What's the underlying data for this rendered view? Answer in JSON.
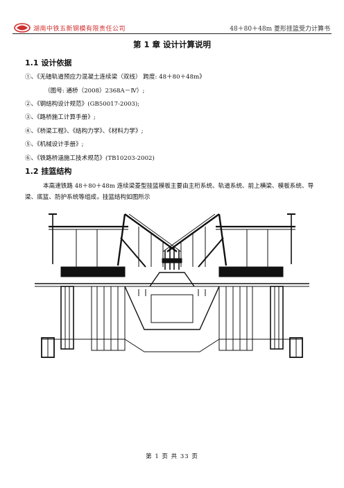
{
  "header": {
    "company": "湖南中铁五新钢模有限责任公司",
    "doc_title": "48＋80＋48m 菱形挂篮受力计算书"
  },
  "chapter_title": "第 1 章  设计计算说明",
  "section_1": {
    "heading": "1.1  设计依据",
    "items": [
      "①、《无碴轨道预应力混凝土连续梁（双线） 跨度: 48＋80＋48m》",
      "（图号: 通桥（2008）2368A－Ⅳ）;",
      "②、《钢结构设计规范》(GB50017-2003);",
      "③、《路桥施工计算手册》;",
      "④、《桥梁工程》、《结构力学》、《材料力学》;",
      "⑤、《机械设计手册》;",
      "⑥、《铁路桥涵施工技术规范》(TB10203-2002)"
    ]
  },
  "section_2": {
    "heading": "1.2  挂篮结构",
    "paragraph": "本高速铁路 48＋80＋48m 连续梁菱型挂篮模板主要由主桁系统、轨道系统、前上横梁、模板系统、导梁、底篮、防护系统等组成，挂篮结构如图所示"
  },
  "footer": "第 1 页 共 33 页"
}
